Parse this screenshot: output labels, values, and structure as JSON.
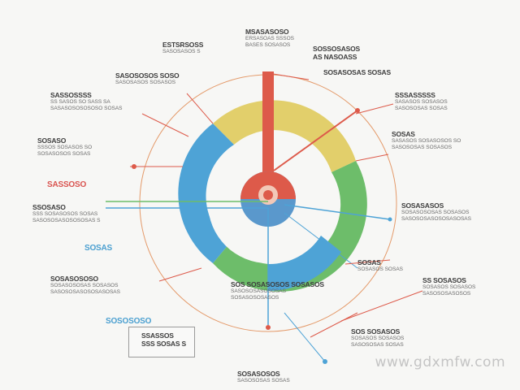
{
  "colors": {
    "yellow": "#e2cf6b",
    "green": "#6dbd6a",
    "blue": "#4ea3d6",
    "red": "#dd5a4a",
    "outline": "#e49a6a"
  },
  "rings": [
    {
      "name": "ring-segment-yellow",
      "color": "yellow"
    },
    {
      "name": "ring-segment-green",
      "color": "green"
    },
    {
      "name": "ring-segment-blue",
      "color": "blue"
    }
  ],
  "labels": {
    "top_center": {
      "heading": "MSASASOSO",
      "lines": [
        "ERSASOAS SSSOS",
        "BASES SOSASOS"
      ]
    },
    "top_left": {
      "heading": "ESTSRSOSS",
      "lines": [
        "SASOSASOS S"
      ]
    },
    "top_right": {
      "heading": "SOSSOSASOS",
      "lines": [
        "AS NASOASS"
      ]
    },
    "upper_left": {
      "heading": "SASOSOSOS SOSO",
      "lines": [
        "SASOSASOS SOSASOS"
      ]
    },
    "upper_right_a": {
      "heading": "SOSASOSAS SOSAS",
      "lines": []
    },
    "left_1": {
      "heading": "SASSOSSSS",
      "lines": [
        "SS SASOS SO SASS SA",
        "SASASOSOSOSOSO SOSAS"
      ]
    },
    "right_1": {
      "heading": "SSSASSSSS",
      "lines": [
        "SASASOS SOSASOS",
        "SASOSOSAS SOSAS"
      ]
    },
    "left_2": {
      "heading": "SOSASO",
      "lines": [
        "SSSOS SOSASOS SO",
        "SOSASOSOS SOSAS"
      ]
    },
    "right_2": {
      "heading": "SOSAS",
      "lines": [
        "SASASOS SOSASOSOS SO",
        "SASOSOSAS SOSASOS"
      ]
    },
    "left_red": {
      "heading": "SASSOSO",
      "lines": []
    },
    "left_3": {
      "heading": "SSOSASO",
      "lines": [
        "SSS SOSASOSOS SOSAS",
        "SASOSOSASOSOSOSAS S"
      ]
    },
    "right_3": {
      "heading": "SOSASASOS",
      "lines": [
        "SOSASOSOSAS SOSASOS",
        "SASOSOSASOSOSASOSAS"
      ]
    },
    "left_blue": {
      "heading": "SOSAS",
      "lines": []
    },
    "right_4": {
      "heading": "SOSAS",
      "lines": [
        "SOSASOS SOSAS"
      ]
    },
    "left_4": {
      "heading": "SOSASOSOSO",
      "lines": [
        "SOSASOSOSAS SOSASOS",
        "SASOSOSASOSOSASOSAS"
      ]
    },
    "right_5": {
      "heading": "SS SOSASOS",
      "lines": [
        "SOSASOS SOSASOS",
        "SASOSOSASOSOS"
      ]
    },
    "bottom_center": {
      "heading": "SOS SOSASOSOS SOSASOS",
      "lines": [
        "SASOSOSASOSOSAS",
        "SOSASOSOSASOS"
      ]
    },
    "left_blue_2": {
      "heading": "SOSOSOSO",
      "lines": []
    },
    "box_text": {
      "heading": "SSASSOS",
      "lines": [
        "SSS SOSAS S"
      ]
    },
    "bottom_right": {
      "heading": "SOS SOSASOS",
      "lines": [
        "SOSASOS SOSASOS",
        "SASOSOSAS SOSAS"
      ]
    },
    "bottom": {
      "heading": "SOSASOSOS",
      "lines": [
        "SASOSOSAS SOSAS"
      ]
    }
  },
  "watermark": "www.gdxmfw.com"
}
